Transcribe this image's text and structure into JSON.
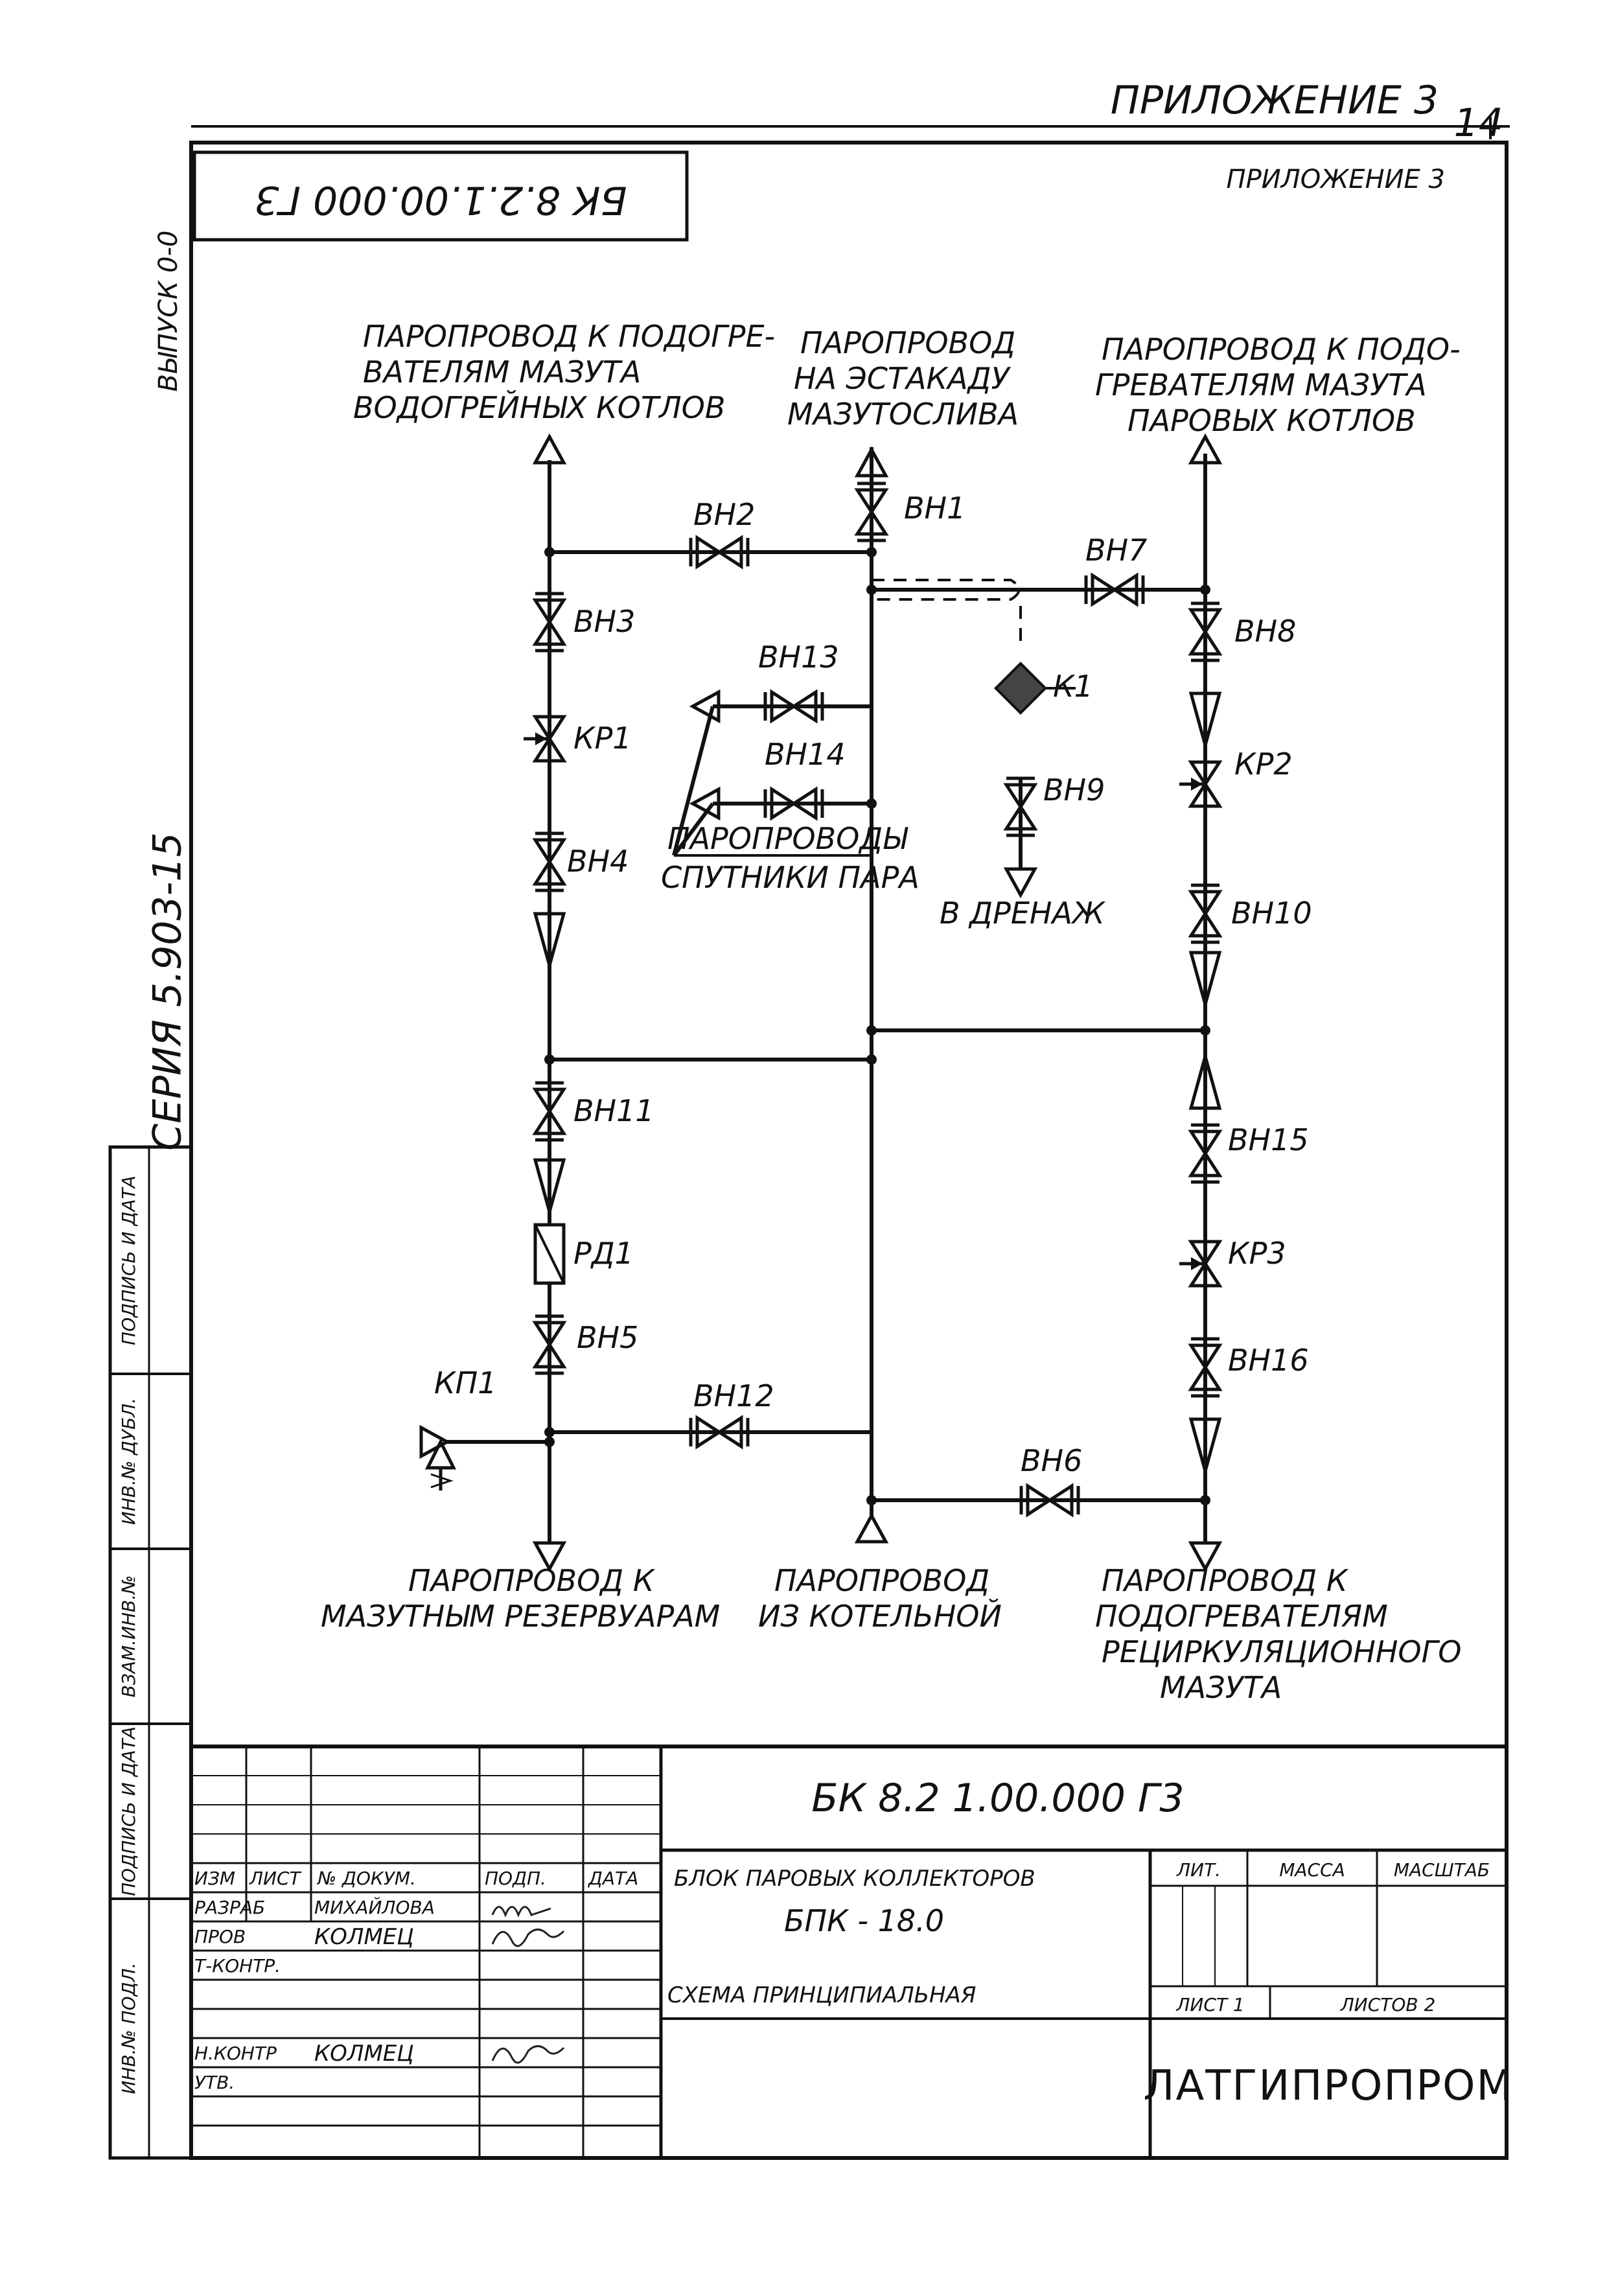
{
  "header": {
    "appendix_top": "ПРИЛОЖЕНИЕ 3",
    "appendix_second": "ПРИЛОЖЕНИЕ 3",
    "sheet_number": "14",
    "code_mirrored": "БК 8.2.1.00.000 Г3",
    "margin_issue": "ВЫПУСК 0-0",
    "margin_series": "СЕРИЯ 5.903-15"
  },
  "destinations": {
    "top_left": [
      "ПАРОПРОВОД К ПОДОГРЕ-",
      "ВАТЕЛЯМ МАЗУТА",
      "ВОДОГРЕЙНЫХ КОТЛОВ"
    ],
    "top_mid": [
      "ПАРОПРОВОД",
      "НА ЭСТАКАДУ",
      "МАЗУТОСЛИВА"
    ],
    "top_right": [
      "ПАРОПРОВОД К ПОДО-",
      "ГРЕВАТЕЛЯМ МАЗУТА",
      "ПАРОВЫХ КОТЛОВ"
    ],
    "bottom_left": [
      "ПАРОПРОВОД К",
      "МАЗУТНЫМ РЕЗЕРВУАРАМ"
    ],
    "bottom_mid": [
      "ПАРОПРОВОД",
      "ИЗ КОТЕЛЬНОЙ"
    ],
    "bottom_right": [
      "ПАРОПРОВОД К",
      "ПОДОГРЕВАТЕЛЯМ",
      "РЕЦИРКУЛЯЦИОННОГО",
      "МАЗУТА"
    ],
    "satellites": [
      "ПАРОПРОВОДЫ",
      "СПУТНИКИ ПАРА"
    ],
    "drain": "В ДРЕНАЖ"
  },
  "components": {
    "vn1": "ВН1",
    "vn2": "ВН2",
    "vn3": "ВН3",
    "vn4": "ВН4",
    "vn5": "ВН5",
    "vn6": "ВН6",
    "vn7": "ВН7",
    "vn8": "ВН8",
    "vn9": "ВН9",
    "vn10": "ВН10",
    "vn11": "ВН11",
    "vn12": "ВН12",
    "vn13": "ВН13",
    "vn14": "ВН14",
    "vn15": "ВН15",
    "vn16": "ВН16",
    "kr1": "КР1",
    "kr2": "КР2",
    "kr3": "КР3",
    "k1": "К1",
    "rd1": "РД1",
    "kp1": "КП1"
  },
  "title_block": {
    "code": "БК 8.2 1.00.000 Г3",
    "product_name": "БЛОК ПАРОВЫХ КОЛЛЕКТОРОВ",
    "product_code": "БПК - 18.0",
    "drawing_name": "СХЕМА ПРИНЦИПИАЛЬНАЯ",
    "col_izm": "ИЗМ",
    "col_list": "ЛИСТ",
    "col_doc": "№ ДОКУМ.",
    "col_sign": "ПОДП.",
    "col_date": "ДАТА",
    "role_dev": "РАЗРАБ",
    "name_dev": "МИХАЙЛОВА",
    "role_check": "ПРОВ",
    "name_check": "КОЛМЕЦ",
    "role_tcontrol": "Т-КОНТР.",
    "role_ncontrol": "Н.КОНТР",
    "name_ncontrol": "КОЛМЕЦ",
    "role_approve": "УТВ.",
    "lit": "ЛИТ.",
    "mass": "МАССА",
    "scale": "МАСШТАБ",
    "sheet": "ЛИСТ 1",
    "sheets": "ЛИСТОВ 2",
    "firm": "ЛАТГИПРОПРОМ"
  },
  "side_stamp": {
    "inv_orig": "ИНВ.№ ПОДЛ.",
    "sign_date_1": "ПОДПИСЬ И ДАТА",
    "vzam_inv": "ВЗАМ.ИНВ.№",
    "inv_dubl": "ИНВ.№ ДУБЛ.",
    "sign_date_2": "ПОДПИСЬ И ДАТА"
  }
}
